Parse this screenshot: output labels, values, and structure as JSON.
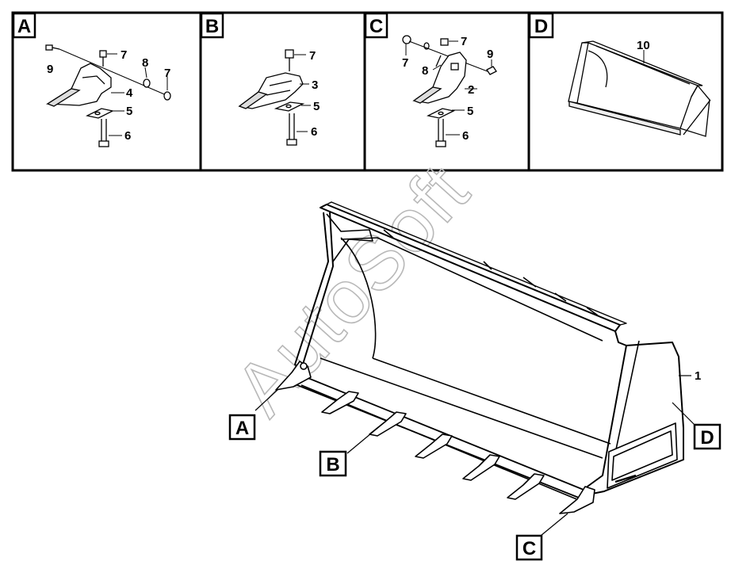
{
  "watermark": "AutoSoft",
  "panels": [
    {
      "letter": "A",
      "callouts": [
        "9",
        "7",
        "8",
        "7",
        "4",
        "5",
        "6"
      ]
    },
    {
      "letter": "B",
      "callouts": [
        "7",
        "3",
        "5",
        "6"
      ]
    },
    {
      "letter": "C",
      "callouts": [
        "7",
        "7",
        "8",
        "9",
        "2",
        "5",
        "6"
      ]
    },
    {
      "letter": "D",
      "callouts": [
        "10"
      ]
    }
  ],
  "main": {
    "part_number": "1",
    "callout_boxes": [
      "A",
      "B",
      "C",
      "D"
    ]
  }
}
